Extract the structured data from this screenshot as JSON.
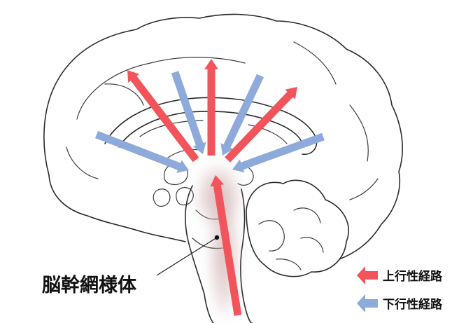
{
  "diagram": {
    "label": "脳幹網様体",
    "colors": {
      "ascending": "#f2545b",
      "descending": "#8eaadb",
      "halo": "#c9a3a6",
      "outline": "#2b2b2b"
    },
    "legend": [
      {
        "label": "上行性経路",
        "color": "#f2545b",
        "icon": "left-arrow-icon"
      },
      {
        "label": "下行性経路",
        "color": "#8eaadb",
        "icon": "left-arrow-icon"
      }
    ]
  }
}
